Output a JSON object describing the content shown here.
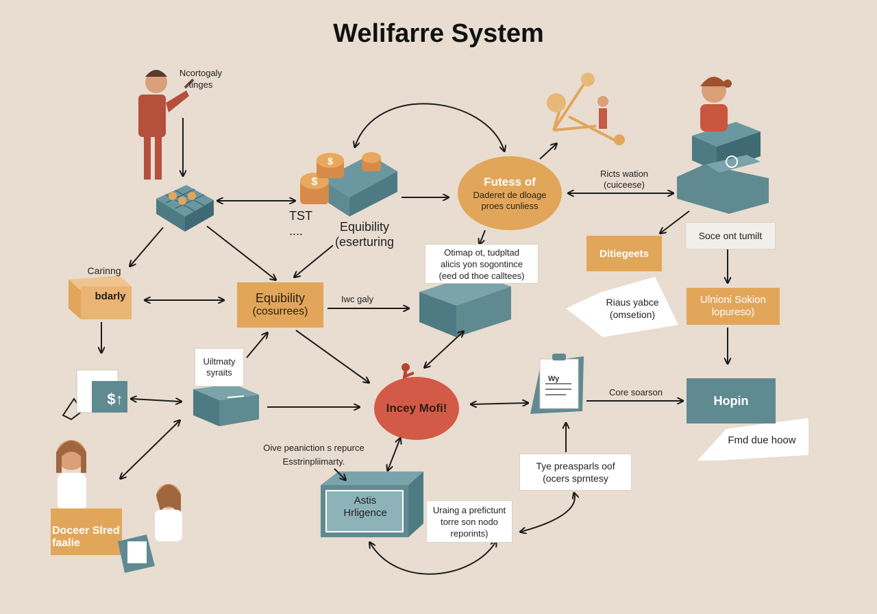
{
  "title": "Welifarre System",
  "nodes": {
    "person_top_left_caption": [
      "Ncortogaly",
      "tinges"
    ],
    "coin_stack_caption": [
      "TST",
      "...."
    ],
    "equibility_top": [
      "Equibility",
      "(eserturing"
    ],
    "futess_circle": [
      "Futess of",
      "Daderet de dloage",
      "proes cunliess"
    ],
    "ricts_caption": [
      "Ricts wation",
      "(cuiceese)"
    ],
    "socc_note": "Soce ont tumilt",
    "ditiegeets_box": "Ditiegeets",
    "ritans_note": [
      "Riaus yabce",
      "(omsetion)"
    ],
    "ulnion_box": [
      "Ulnioni Sokion",
      "lopureso)"
    ],
    "hopin_box": "Hopin",
    "fmd_note": "Fmd due hoow",
    "core_caption": "Core soarson",
    "otimap_note": [
      "Otimap ot, tudpltad",
      "alicis yon sogontince",
      "(eed od thoe calltees)"
    ],
    "wcc_caption": "Iwc galy",
    "equibility_center": [
      "Equibility",
      "(cosurrees)"
    ],
    "carinng_caption": "Carinng",
    "bodaly_box": "bdarly",
    "uiltmaty_note": [
      "Uiltmaty",
      "syraits"
    ],
    "incey_circle": "Incey Mofi!",
    "oive_caption": [
      "Oive peaniction s repurce",
      "Esstrinpliimarty."
    ],
    "astis_box": [
      "Astis",
      "Hrligence"
    ],
    "uraing_note": [
      "Uraing a prefictunt",
      "torre son nodo",
      "reporints)"
    ],
    "tye_note": [
      "Tye preasparls oof",
      "(ocers sprntesy"
    ],
    "docer_box": [
      "Doceer Slred",
      "faalie"
    ],
    "dollar_glyph": "$↑",
    "coin_glyph": "$",
    "clipboard_glyph": "Wy"
  },
  "colors": {
    "background": "#e8ddd0",
    "orange": "#e2a65a",
    "teal": "#5f8a92",
    "red": "#d45a48",
    "arrow": "#1a1a1a"
  },
  "icons": [
    "person-icon",
    "coin-icon",
    "cube-icon",
    "box-icon",
    "document-icon",
    "clipboard-icon",
    "shopping-bag-icon",
    "runner-icon",
    "tree-icon"
  ]
}
